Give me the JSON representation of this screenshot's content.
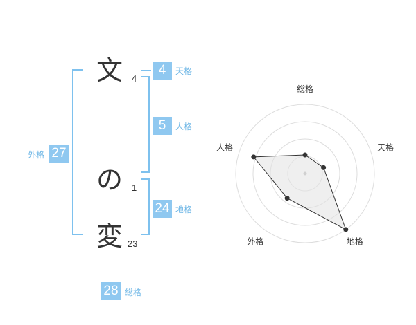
{
  "name": {
    "chars": [
      {
        "char": "文",
        "strokes": "4"
      },
      {
        "char": "の",
        "strokes": "1"
      },
      {
        "char": "変",
        "strokes": "23"
      }
    ]
  },
  "kakusu": {
    "tenkaku": {
      "value": "4",
      "label": "天格"
    },
    "jinkaku": {
      "value": "5",
      "label": "人格"
    },
    "chikaku": {
      "value": "24",
      "label": "地格"
    },
    "gaikaku": {
      "value": "27",
      "label": "外格"
    },
    "soukaku": {
      "value": "28",
      "label": "総格"
    }
  },
  "colors": {
    "accent": "#8fc8f0",
    "bracket": "#7ec1ee"
  },
  "chart_data": {
    "type": "radar",
    "axes": [
      "総格",
      "天格",
      "地格",
      "外格",
      "人格"
    ],
    "values": [
      0.27,
      0.28,
      1.0,
      0.44,
      0.78
    ],
    "grid": "concentric circles (4 rings)"
  }
}
